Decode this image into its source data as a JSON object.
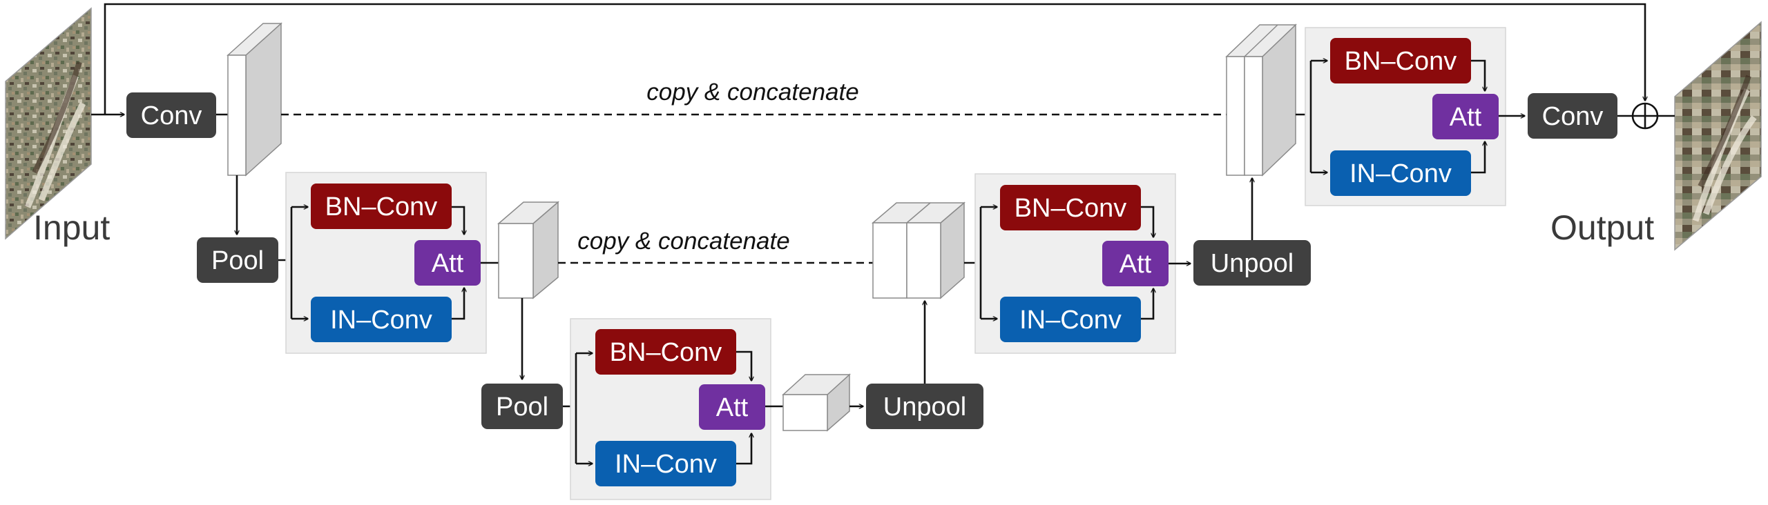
{
  "colors": {
    "conv_box": "#404040",
    "bn_conv": "#8b0a0c",
    "in_conv": "#0a60b0",
    "att": "#7030a0",
    "panel": "#efefef"
  },
  "labels": {
    "input": "Input",
    "output": "Output",
    "conv": "Conv",
    "pool": "Pool",
    "unpool": "Unpool",
    "bn_conv": "BN–Conv",
    "in_conv": "IN–Conv",
    "att": "Att",
    "copy_concat": "copy & concatenate"
  },
  "icons": {
    "input_image": "noisy-image-icon",
    "output_image": "denoised-image-icon",
    "sum_node": "circled-plus-icon"
  }
}
